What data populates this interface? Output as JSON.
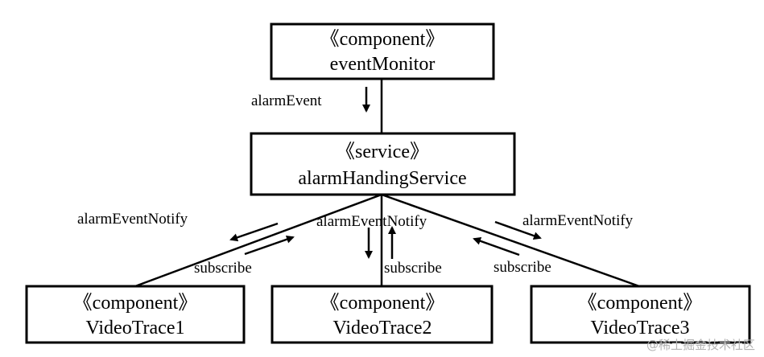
{
  "nodes": {
    "event_monitor": {
      "stereotype": "《component》",
      "name": "eventMonitor"
    },
    "alarm_service": {
      "stereotype": "《service》",
      "name": "alarmHandingService"
    },
    "video_trace_1": {
      "stereotype": "《component》",
      "name": "VideoTrace1"
    },
    "video_trace_2": {
      "stereotype": "《component》",
      "name": "VideoTrace2"
    },
    "video_trace_3": {
      "stereotype": "《component》",
      "name": "VideoTrace3"
    }
  },
  "edge_labels": {
    "alarm_event": "alarmEvent",
    "notify_1": "alarmEventNotify",
    "notify_2": "alarmEventNotify",
    "notify_3": "alarmEventNotify",
    "subscribe_1": "subscribe",
    "subscribe_2": "subscribe",
    "subscribe_3": "subscribe"
  },
  "watermark": "@稀土掘金技术社区"
}
